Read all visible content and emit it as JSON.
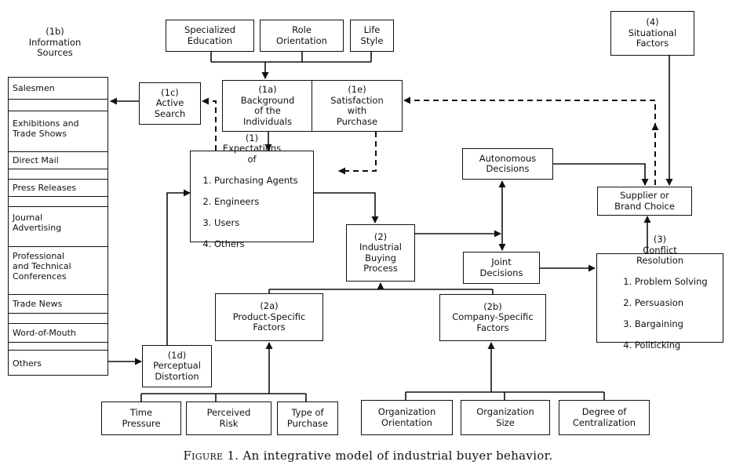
{
  "caption": {
    "lead": "Figure 1.",
    "text": "An integrative model of industrial buyer behavior."
  },
  "info_sources": {
    "title": "(1b)\nInformation\nSources",
    "items": [
      "Salesmen",
      "Exhibitions and\nTrade Shows",
      "Direct Mail",
      "Press Releases",
      "Journal\nAdvertising",
      "Professional\nand Technical\nConferences",
      "Trade News",
      "Word-of-Mouth",
      "Others"
    ]
  },
  "top_inputs": {
    "specialized_education": "Specialized\nEducation",
    "role_orientation": "Role\nOrientation",
    "life_style": "Life\nStyle"
  },
  "situational_factors": "(4)\nSituational\nFactors",
  "active_search": "(1c)\nActive\nSearch",
  "background": "(1a)\nBackground\nof the\nIndividuals",
  "satisfaction": "(1e)\nSatisfaction\nwith\nPurchase",
  "expectations": {
    "heading": "(1)\nExpectations\nof",
    "items": [
      "1.  Purchasing Agents",
      "2.  Engineers",
      "3.  Users",
      "4.  Others"
    ]
  },
  "industrial_buying_process": "(2)\nIndustrial\nBuying\nProcess",
  "autonomous_decisions": "Autonomous\nDecisions",
  "joint_decisions": "Joint\nDecisions",
  "supplier_choice": "Supplier or\nBrand Choice",
  "conflict_resolution": {
    "heading": "(3)\nConflict\nResolution",
    "items": [
      "1.  Problem Solving",
      "2.  Persuasion",
      "3.  Bargaining",
      "4.  Politicking"
    ]
  },
  "product_specific": "(2a)\nProduct-Specific\nFactors",
  "company_specific": "(2b)\nCompany-Specific\nFactors",
  "perceptual_distortion": "(1d)\nPerceptual\nDistortion",
  "bottom_product": {
    "time_pressure": "Time\nPressure",
    "perceived_risk": "Perceived\nRisk",
    "type_of_purchase": "Type of\nPurchase"
  },
  "bottom_company": {
    "organization_orientation": "Organization\nOrientation",
    "organization_size": "Organization\nSize",
    "degree_of_centralization": "Degree of\nCentralization"
  }
}
